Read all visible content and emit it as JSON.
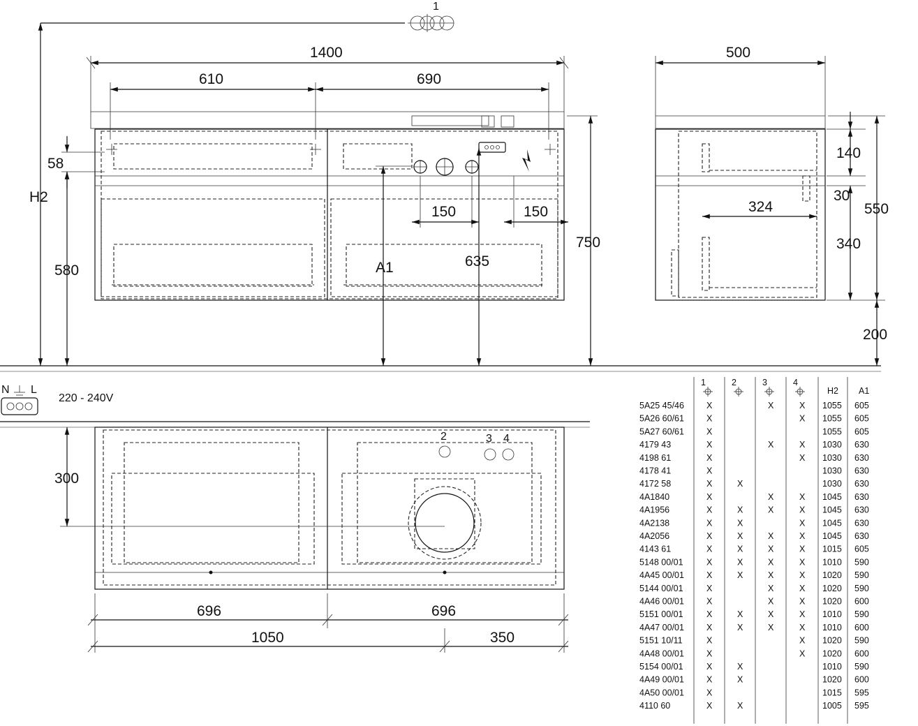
{
  "labels": {
    "tap_marker": "1",
    "h2": "H2",
    "a1": "A1",
    "voltage": "220 - 240V",
    "neutral": "N",
    "live": "L",
    "tap2": "2",
    "tap3": "3",
    "tap4": "4"
  },
  "dimensions": {
    "total_width": "1400",
    "left_width": "610",
    "right_width": "690",
    "top_offset": "58",
    "floor_to_bottom": "580",
    "total_height": "750",
    "pipe_offset_left": "150",
    "pipe_offset_right": "150",
    "pipe_height": "635",
    "depth": "500",
    "drawer_top": "140",
    "gap": "30",
    "drawer_bottom": "340",
    "side_height": "550",
    "inner_depth": "324",
    "legs": "200",
    "plan_depth": "300",
    "plan_left": "696",
    "plan_right": "696",
    "plan_center": "1050",
    "plan_side": "350"
  },
  "table": {
    "headers": [
      "1",
      "2",
      "3",
      "4",
      "H2",
      "A1"
    ],
    "rows": [
      {
        "model": "5A25 45/46",
        "c1": "X",
        "c2": "",
        "c3": "X",
        "c4": "X",
        "h2": "1055",
        "a1": "605"
      },
      {
        "model": "5A26 60/61",
        "c1": "X",
        "c2": "",
        "c3": "",
        "c4": "X",
        "h2": "1055",
        "a1": "605"
      },
      {
        "model": "5A27 60/61",
        "c1": "X",
        "c2": "",
        "c3": "",
        "c4": "",
        "h2": "1055",
        "a1": "605"
      },
      {
        "model": "4179 43",
        "c1": "X",
        "c2": "",
        "c3": "X",
        "c4": "X",
        "h2": "1030",
        "a1": "630"
      },
      {
        "model": "4198 61",
        "c1": "X",
        "c2": "",
        "c3": "",
        "c4": "X",
        "h2": "1030",
        "a1": "630"
      },
      {
        "model": "4178 41",
        "c1": "X",
        "c2": "",
        "c3": "",
        "c4": "",
        "h2": "1030",
        "a1": "630"
      },
      {
        "model": "4172 58",
        "c1": "X",
        "c2": "X",
        "c3": "",
        "c4": "",
        "h2": "1030",
        "a1": "630"
      },
      {
        "model": "4A1840",
        "c1": "X",
        "c2": "",
        "c3": "X",
        "c4": "X",
        "h2": "1045",
        "a1": "630"
      },
      {
        "model": "4A1956",
        "c1": "X",
        "c2": "X",
        "c3": "X",
        "c4": "X",
        "h2": "1045",
        "a1": "630"
      },
      {
        "model": "4A2138",
        "c1": "X",
        "c2": "X",
        "c3": "",
        "c4": "X",
        "h2": "1045",
        "a1": "630"
      },
      {
        "model": "4A2056",
        "c1": "X",
        "c2": "X",
        "c3": "X",
        "c4": "X",
        "h2": "1045",
        "a1": "630"
      },
      {
        "model": "4143 61",
        "c1": "X",
        "c2": "X",
        "c3": "X",
        "c4": "X",
        "h2": "1015",
        "a1": "605"
      },
      {
        "model": "5148 00/01",
        "c1": "X",
        "c2": "X",
        "c3": "X",
        "c4": "X",
        "h2": "1010",
        "a1": "590"
      },
      {
        "model": "4A45 00/01",
        "c1": "X",
        "c2": "X",
        "c3": "X",
        "c4": "X",
        "h2": "1020",
        "a1": "590"
      },
      {
        "model": "5144 00/01",
        "c1": "X",
        "c2": "",
        "c3": "X",
        "c4": "X",
        "h2": "1020",
        "a1": "590"
      },
      {
        "model": "4A46 00/01",
        "c1": "X",
        "c2": "",
        "c3": "X",
        "c4": "X",
        "h2": "1020",
        "a1": "600"
      },
      {
        "model": "5151 00/01",
        "c1": "X",
        "c2": "X",
        "c3": "X",
        "c4": "X",
        "h2": "1010",
        "a1": "590"
      },
      {
        "model": "4A47 00/01",
        "c1": "X",
        "c2": "X",
        "c3": "X",
        "c4": "X",
        "h2": "1010",
        "a1": "600"
      },
      {
        "model": "5151 10/11",
        "c1": "X",
        "c2": "",
        "c3": "",
        "c4": "X",
        "h2": "1020",
        "a1": "590"
      },
      {
        "model": "4A48 00/01",
        "c1": "X",
        "c2": "",
        "c3": "",
        "c4": "X",
        "h2": "1020",
        "a1": "600"
      },
      {
        "model": "5154 00/01",
        "c1": "X",
        "c2": "X",
        "c3": "",
        "c4": "",
        "h2": "1010",
        "a1": "590"
      },
      {
        "model": "4A49 00/01",
        "c1": "X",
        "c2": "X",
        "c3": "",
        "c4": "",
        "h2": "1020",
        "a1": "600"
      },
      {
        "model": "4A50 00/01",
        "c1": "X",
        "c2": "",
        "c3": "",
        "c4": "",
        "h2": "1015",
        "a1": "595"
      },
      {
        "model": "4110 60",
        "c1": "X",
        "c2": "X",
        "c3": "",
        "c4": "",
        "h2": "1005",
        "a1": "595"
      }
    ]
  }
}
